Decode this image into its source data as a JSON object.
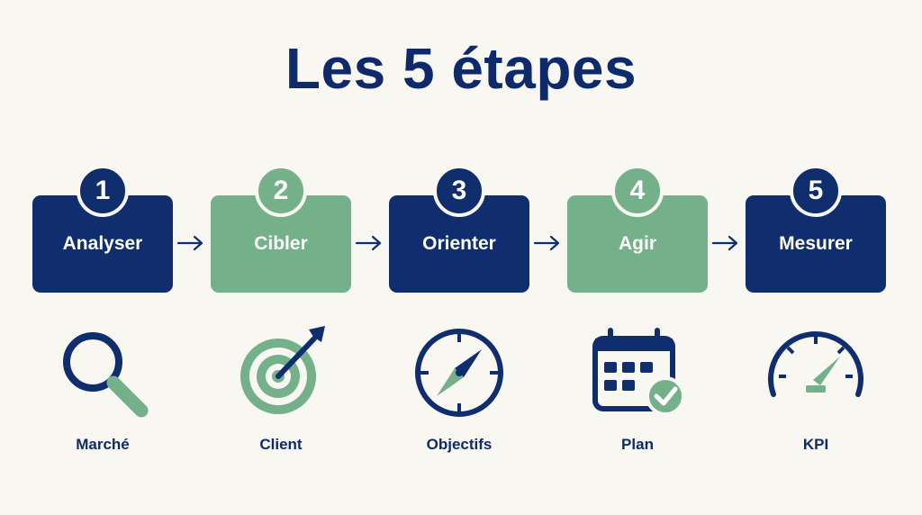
{
  "title": "Les 5 étapes",
  "colors": {
    "navy": "#102d6e",
    "green": "#74b08a",
    "background": "#f8f7f2"
  },
  "steps": [
    {
      "number": "1",
      "label": "Analyser",
      "color": "navy",
      "icon": "magnifier-icon",
      "caption": "Marché"
    },
    {
      "number": "2",
      "label": "Cibler",
      "color": "green",
      "icon": "target-icon",
      "caption": "Client"
    },
    {
      "number": "3",
      "label": "Orienter",
      "color": "navy",
      "icon": "compass-icon",
      "caption": "Objectifs"
    },
    {
      "number": "4",
      "label": "Agir",
      "color": "green",
      "icon": "calendar-check-icon",
      "caption": "Plan"
    },
    {
      "number": "5",
      "label": "Mesurer",
      "color": "navy",
      "icon": "gauge-icon",
      "caption": "KPI"
    }
  ]
}
